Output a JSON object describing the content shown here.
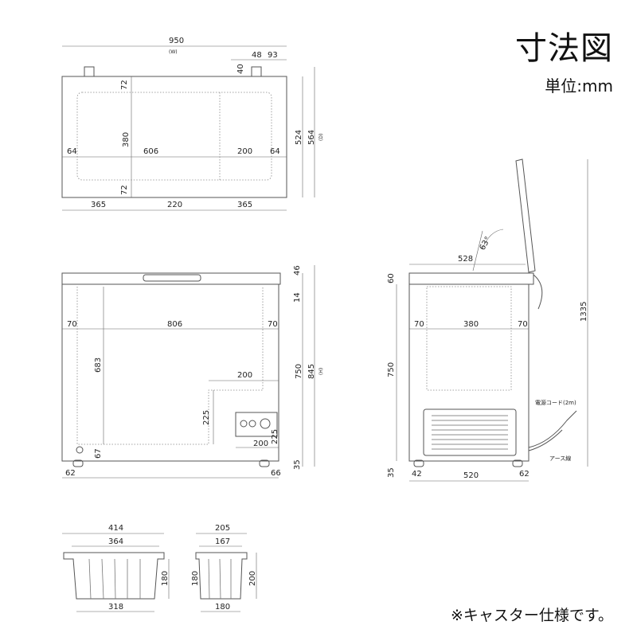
{
  "header": {
    "title": "寸法図",
    "unit": "単位:mm"
  },
  "footer": {
    "note": "※キャスター仕様です。"
  },
  "top_view": {
    "width": "950",
    "width_tag": "(W)",
    "dim_48": "48",
    "dim_93": "93",
    "dim_40": "40",
    "dim_72a": "72",
    "dim_380": "380",
    "dim_72b": "72",
    "dim_64a": "64",
    "dim_606": "606",
    "dim_200": "200",
    "dim_64b": "64",
    "dim_524": "524",
    "dim_564": "564",
    "depth_tag": "(D)",
    "dim_365a": "365",
    "dim_220": "220",
    "dim_365b": "365"
  },
  "front_view": {
    "dim_46": "46",
    "dim_14": "14",
    "dim_70a": "70",
    "dim_806": "806",
    "dim_70b": "70",
    "dim_683": "683",
    "dim_200a": "200",
    "dim_225a": "225",
    "dim_200b": "200",
    "dim_225b": "225",
    "dim_750": "750",
    "dim_845": "845",
    "height_tag": "(H)",
    "dim_67": "67",
    "dim_35": "35",
    "dim_62": "62",
    "dim_66": "66"
  },
  "side_view": {
    "dim_528": "528",
    "angle": "63°",
    "dim_60": "60",
    "dim_70a": "70",
    "dim_380": "380",
    "dim_70b": "70",
    "dim_750": "750",
    "dim_1335": "1335",
    "power_cord": "電源コード(2m)",
    "earth_wire": "アース線",
    "dim_35": "35",
    "dim_42": "42",
    "dim_520": "520",
    "dim_62": "62"
  },
  "basket_large": {
    "top": "414",
    "mid": "364",
    "bottom": "318",
    "height": "180"
  },
  "basket_small": {
    "top": "205",
    "mid": "167",
    "bottom": "180",
    "height_in": "180",
    "height_out": "200"
  }
}
